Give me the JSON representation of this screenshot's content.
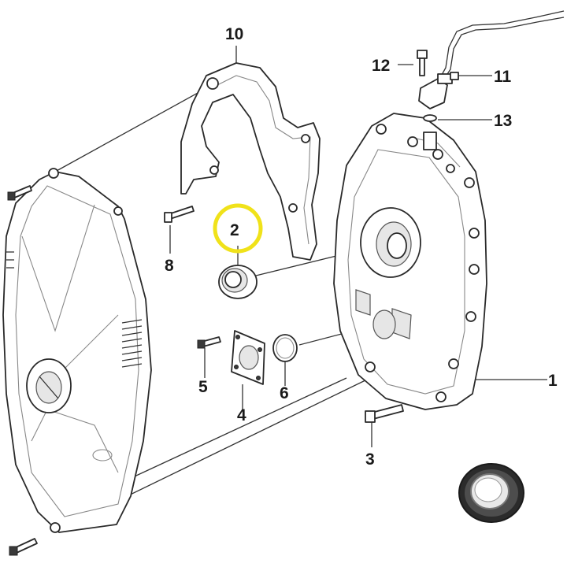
{
  "callouts": {
    "p1": "1",
    "p2": "2",
    "p3": "3",
    "p4": "4",
    "p5": "5",
    "p6": "6",
    "p8": "8",
    "p10": "10",
    "p11": "11",
    "p12": "12",
    "p13": "13"
  },
  "highlight": {
    "part": "2",
    "color": "#f0e21a"
  },
  "colors": {
    "line": "#333333",
    "seal_rubber": "#3a3a3a",
    "background": "#ffffff"
  }
}
